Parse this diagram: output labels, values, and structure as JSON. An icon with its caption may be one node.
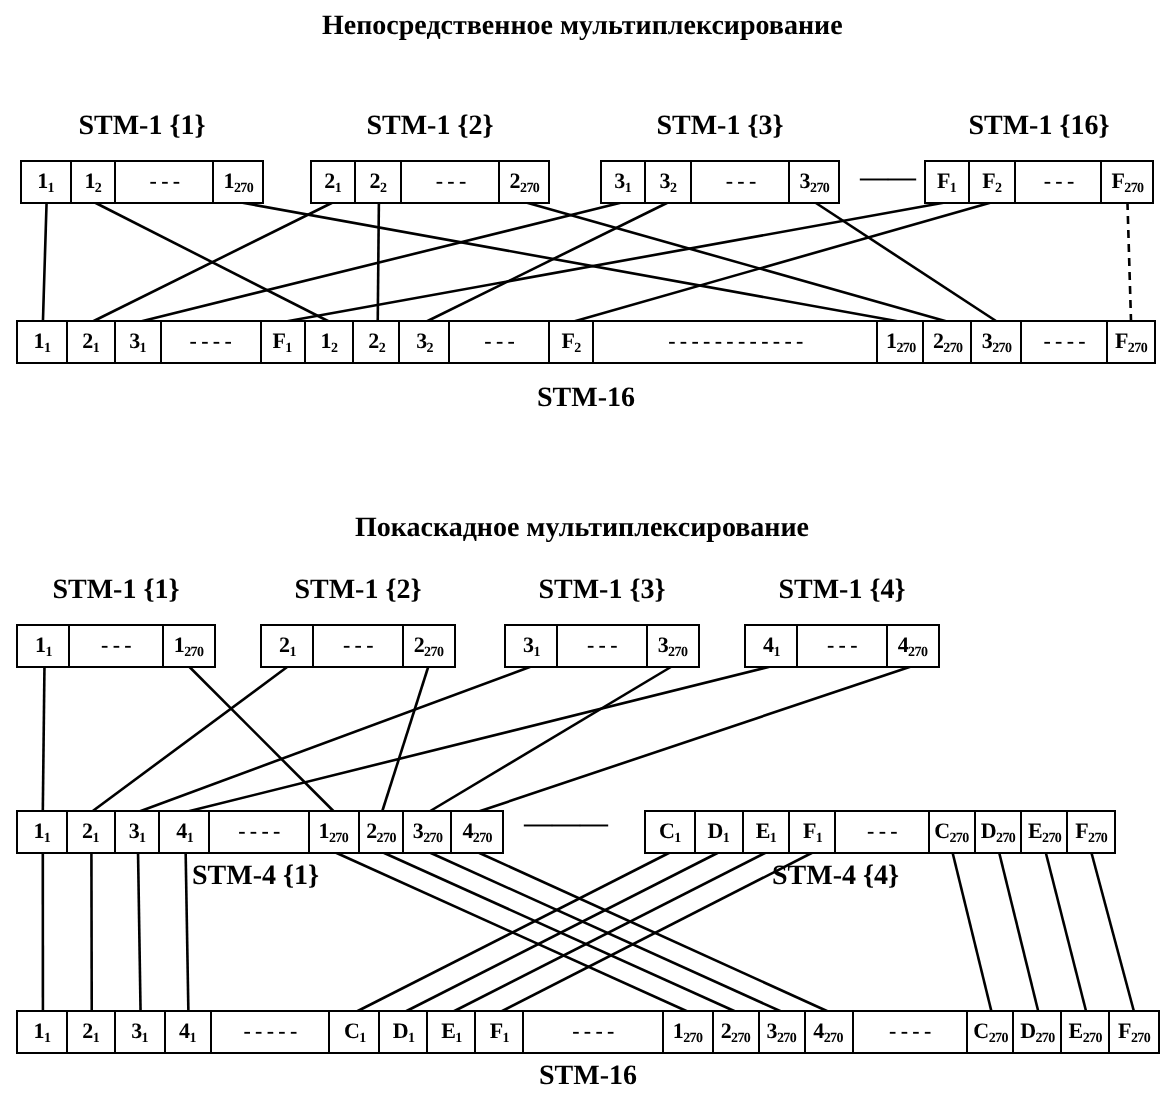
{
  "diagram": {
    "nodes": [
      {
        "text": [
          "STM-1 {1}"
        ]
      },
      {
        "text": [
          "1$_{1}$"
        ],
        "in": 0
      },
      {
        "text": [
          "1$_{2}$"
        ],
        "in": 0
      },
      {
        "text": [
          "- - -"
        ],
        "in": 0
      },
      {
        "text": [
          "1$_{270}$"
        ],
        "in": 0
      },
      {
        "text": [
          "STM-1 {2}"
        ]
      },
      {
        "text": [
          "2$_{1}$"
        ],
        "in": 5
      },
      {
        "text": [
          "2$_{2}$"
        ],
        "in": 5
      },
      {
        "text": [
          "- - -"
        ],
        "in": 5
      },
      {
        "text": [
          "2$_{270}$"
        ],
        "in": 5
      },
      {
        "text": [
          "STM-1 {3}"
        ]
      },
      {
        "text": [
          "3$_{1}$"
        ],
        "in": 10
      },
      {
        "text": [
          "3$_{2}$"
        ],
        "in": 10
      },
      {
        "text": [
          "- - -"
        ],
        "in": 10
      },
      {
        "text": [
          "3$_{270}$"
        ],
        "in": 10
      },
      {
        "text": [
          "STM-1 {16}"
        ]
      },
      {
        "text": [
          "F$_{1}$"
        ],
        "in": 15
      },
      {
        "text": [
          "F$_{2}$"
        ],
        "in": 15
      },
      {
        "text": [
          "- - -"
        ],
        "in": 15
      },
      {
        "text": [
          "F$_{270}$"
        ],
        "in": 15
      },
      {
        "text": [
          "STM-16"
        ]
      },
      {
        "text": [
          "1$_{1}$"
        ],
        "in": 20
      },
      {
        "text": [
          "2$_{1}$"
        ],
        "in": 20
      },
      {
        "text": [
          "3$_{1}$"
        ],
        "in": 20
      },
      {
        "text": [
          "- - - -"
        ],
        "in": 20
      },
      {
        "text": [
          "F$_{1}$"
        ],
        "in": 20
      },
      {
        "text": [
          "1$_{2}$"
        ],
        "in": 20
      },
      {
        "text": [
          "2$_{2}$"
        ],
        "in": 20
      },
      {
        "text": [
          "3$_{2}$"
        ],
        "in": 20
      },
      {
        "text": [
          "- - -"
        ],
        "in": 20
      },
      {
        "text": [
          "F$_{2}$"
        ],
        "in": 20
      },
      {
        "text": [
          "- - - - - - - - - - - -"
        ],
        "in": 20
      },
      {
        "text": [
          "1$_{270}$"
        ],
        "in": 20
      },
      {
        "text": [
          "2$_{270}$"
        ],
        "in": 20
      },
      {
        "text": [
          "3$_{270}$"
        ],
        "in": 20
      },
      {
        "text": [
          "- - - -"
        ],
        "in": 20
      },
      {
        "text": [
          "F$_{270}$"
        ],
        "in": 20
      },
      {
        "text": [
          "STM-1 {1}"
        ]
      },
      {
        "text": [
          "1$_{1}$"
        ],
        "in": 37
      },
      {
        "text": [
          "- - -"
        ],
        "in": 37
      },
      {
        "text": [
          "1$_{270}$"
        ],
        "in": 37
      },
      {
        "text": [
          "STM-1 {2}"
        ]
      },
      {
        "text": [
          "2$_{1}$"
        ],
        "in": 41
      },
      {
        "text": [
          "- - -"
        ],
        "in": 41
      },
      {
        "text": [
          "2$_{270}$"
        ],
        "in": 41
      },
      {
        "text": [
          "STM-1 {3}"
        ]
      },
      {
        "text": [
          "3$_{1}$"
        ],
        "in": 45
      },
      {
        "text": [
          "- - -"
        ],
        "in": 45
      },
      {
        "text": [
          "3$_{270}$"
        ],
        "in": 45
      },
      {
        "text": [
          "STM-1 {4}"
        ]
      },
      {
        "text": [
          "4$_{1}$"
        ],
        "in": 49
      },
      {
        "text": [
          "- - -"
        ],
        "in": 49
      },
      {
        "text": [
          "4$_{270}$"
        ],
        "in": 49
      },
      {
        "text": [
          "STM-4 {1}"
        ]
      },
      {
        "text": [
          "1$_{1}$"
        ],
        "in": 53
      },
      {
        "text": [
          "2$_{1}$"
        ],
        "in": 53
      },
      {
        "text": [
          "3$_{1}$"
        ],
        "in": 53
      },
      {
        "text": [
          "4$_{1}$"
        ],
        "in": 53
      },
      {
        "text": [
          "- - - -"
        ],
        "in": 53
      },
      {
        "text": [
          "1$_{270}$"
        ],
        "in": 53
      },
      {
        "text": [
          "2$_{270}$"
        ],
        "in": 53
      },
      {
        "text": [
          "3$_{270}$"
        ],
        "in": 53
      },
      {
        "text": [
          "4$_{270}$"
        ],
        "in": 53
      },
      {
        "text": [
          "STM-4 {4}"
        ]
      },
      {
        "text": [
          "C$_{1}$"
        ],
        "in": 63
      },
      {
        "text": [
          "D$_{1}$"
        ],
        "in": 63
      },
      {
        "text": [
          "E$_{1}$"
        ],
        "in": 63
      },
      {
        "text": [
          "F$_{1}$"
        ],
        "in": 63
      },
      {
        "text": [
          "- - -"
        ],
        "in": 63
      },
      {
        "text": [
          "C$_{270}$"
        ],
        "in": 63
      },
      {
        "text": [
          "D$_{270}$"
        ],
        "in": 63
      },
      {
        "text": [
          "E$_{270}$"
        ],
        "in": 63
      },
      {
        "text": [
          "F$_{270}$"
        ],
        "in": 63
      },
      {
        "text": [
          "STM-16"
        ]
      },
      {
        "text": [
          "1$_{1}$"
        ],
        "in": 73
      },
      {
        "text": [
          "2$_{1}$"
        ],
        "in": 73
      },
      {
        "text": [
          "3$_{1}$"
        ],
        "in": 73
      },
      {
        "text": [
          "4$_{1}$"
        ],
        "in": 73
      },
      {
        "text": [
          "- - - - -"
        ],
        "in": 73
      },
      {
        "text": [
          "C$_{1}$"
        ],
        "in": 73
      },
      {
        "text": [
          "D$_{1}$"
        ],
        "in": 73
      },
      {
        "text": [
          "E$_{1}$"
        ],
        "in": 73
      },
      {
        "text": [
          "F$_{1}$"
        ],
        "in": 73
      },
      {
        "text": [
          "- - - -"
        ],
        "in": 73
      },
      {
        "text": [
          "1$_{270}$"
        ],
        "in": 73
      },
      {
        "text": [
          "2$_{270}$"
        ],
        "in": 73
      },
      {
        "text": [
          "3$_{270}$"
        ],
        "in": 73
      },
      {
        "text": [
          "4$_{270}$"
        ],
        "in": 73
      },
      {
        "text": [
          "- - - -"
        ],
        "in": 73
      },
      {
        "text": [
          "C$_{270}$"
        ],
        "in": 73
      },
      {
        "text": [
          "D$_{270}$"
        ],
        "in": 73
      },
      {
        "text": [
          "E$_{270}$"
        ],
        "in": 73
      },
      {
        "text": [
          "F$_{270}$"
        ],
        "in": 73
      }
    ],
    "edges": [
      {
        "from": 1,
        "to": 21,
        "arrow": "none"
      },
      {
        "from": 2,
        "to": 26,
        "arrow": "none"
      },
      {
        "from": 4,
        "to": 32,
        "arrow": "none"
      },
      {
        "from": 6,
        "to": 22,
        "arrow": "none"
      },
      {
        "from": 7,
        "to": 27,
        "arrow": "none"
      },
      {
        "from": 9,
        "to": 33,
        "arrow": "none"
      },
      {
        "from": 11,
        "to": 23,
        "arrow": "none"
      },
      {
        "from": 12,
        "to": 28,
        "arrow": "none"
      },
      {
        "from": 14,
        "to": 34,
        "arrow": "none"
      },
      {
        "from": 16,
        "to": 25,
        "arrow": "none"
      },
      {
        "from": 17,
        "to": 30,
        "arrow": "none"
      },
      {
        "from": 19,
        "to": 36,
        "arrow": "none",
        "style": "dashed"
      },
      {
        "from": 38,
        "to": 54,
        "arrow": "none"
      },
      {
        "from": 40,
        "to": 59,
        "arrow": "none"
      },
      {
        "from": 42,
        "to": 55,
        "arrow": "none"
      },
      {
        "from": 44,
        "to": 60,
        "arrow": "none"
      },
      {
        "from": 46,
        "to": 56,
        "arrow": "none"
      },
      {
        "from": 48,
        "to": 61,
        "arrow": "none"
      },
      {
        "from": 50,
        "to": 57,
        "arrow": "none"
      },
      {
        "from": 52,
        "to": 62,
        "arrow": "none"
      },
      {
        "from": 54,
        "to": 74,
        "arrow": "none"
      },
      {
        "from": 55,
        "to": 75,
        "arrow": "none"
      },
      {
        "from": 56,
        "to": 76,
        "arrow": "none"
      },
      {
        "from": 57,
        "to": 77,
        "arrow": "none"
      },
      {
        "from": 59,
        "to": 84,
        "arrow": "none"
      },
      {
        "from": 60,
        "to": 85,
        "arrow": "none"
      },
      {
        "from": 61,
        "to": 86,
        "arrow": "none"
      },
      {
        "from": 62,
        "to": 87,
        "arrow": "none"
      },
      {
        "from": 64,
        "to": 79,
        "arrow": "none"
      },
      {
        "from": 65,
        "to": 80,
        "arrow": "none"
      },
      {
        "from": 66,
        "to": 81,
        "arrow": "none"
      },
      {
        "from": 67,
        "to": 82,
        "arrow": "none"
      },
      {
        "from": 69,
        "to": 89,
        "arrow": "none"
      },
      {
        "from": 70,
        "to": 90,
        "arrow": "none"
      },
      {
        "from": 71,
        "to": 91,
        "arrow": "none"
      },
      {
        "from": 72,
        "to": 92,
        "arrow": "none"
      }
    ],
    "labels": [
      "Непосредственное мультиплексирование",
      "——",
      "Покаскадное мультиплексирование",
      "———"
    ]
  }
}
